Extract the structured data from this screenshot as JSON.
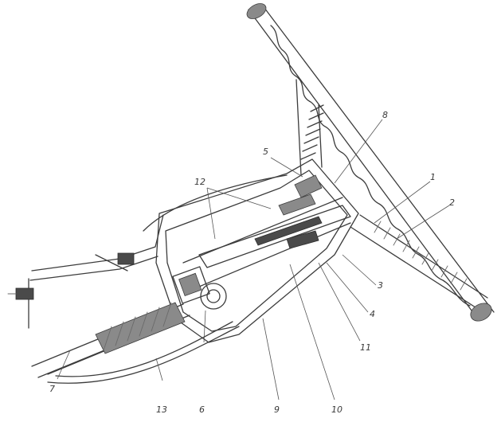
{
  "diagram": {
    "callout_labels": [
      "1",
      "2",
      "3",
      "4",
      "5",
      "6",
      "7",
      "8",
      "9",
      "10",
      "11",
      "12",
      "13"
    ]
  }
}
